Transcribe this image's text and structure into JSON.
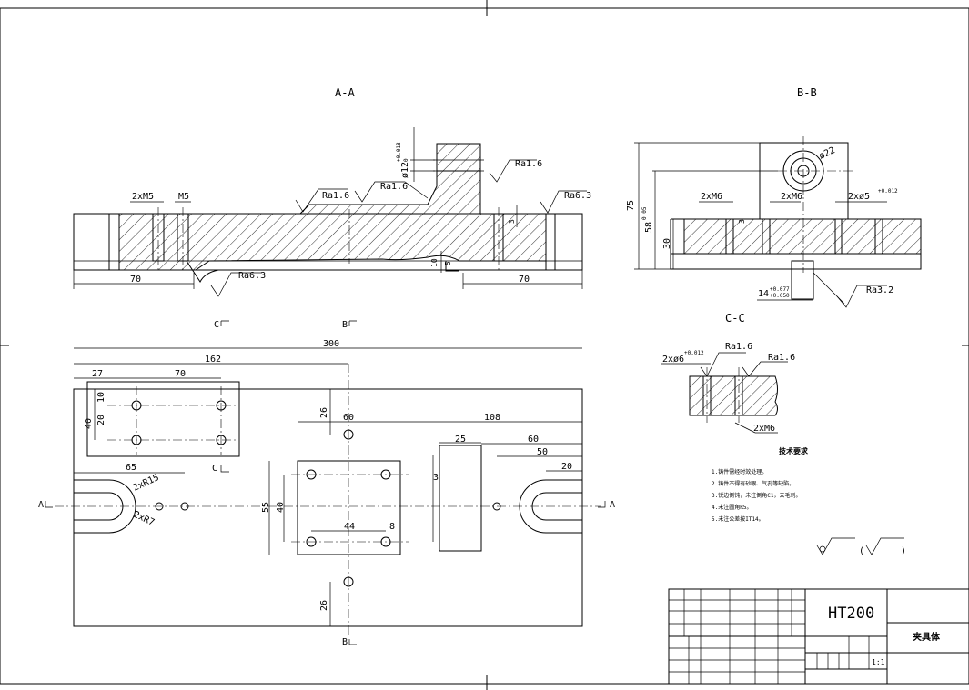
{
  "views": {
    "aa_title": "A-A",
    "bb_title": "B-B",
    "cc_title": "C-C"
  },
  "section_marks": {
    "c_top": "C",
    "b_top": "B",
    "c_bottom": "C",
    "b_bottom": "B",
    "a_left": "A",
    "a_right": "A"
  },
  "dimensions_aa": {
    "m5_holes": "2xM5",
    "m5": "M5",
    "left_70": "70",
    "right_70": "70",
    "bore": "ø12",
    "bore_tol_upper": "+0.018",
    "bore_tol_lower": "0",
    "d10": "10",
    "d5": "5",
    "d3": "3"
  },
  "roughness": {
    "ra16_a": "Ra1.6",
    "ra16_b": "Ra1.6",
    "ra16_c": "Ra1.6",
    "ra63_a": "Ra6.3",
    "ra63_b": "Ra6.3",
    "ra32": "Ra3.2",
    "ra16_d": "Ra1.6",
    "ra16_e": "Ra1.6"
  },
  "dimensions_bb": {
    "m6_left": "2xM6",
    "m6_mid": "2xM6",
    "pin_holes": "2xø5",
    "pin_tol": "+0.012",
    "d22": "ø22",
    "d75": "75",
    "d58": "58",
    "d58_tol": "0.05",
    "d30": "30",
    "slot": "14",
    "slot_tol_upper": "+0.077",
    "slot_tol_lower": "+0.050",
    "d3": "3"
  },
  "dimensions_cc": {
    "pin_holes": "2xø6",
    "pin_tol": "+0.012",
    "m6": "2xM6"
  },
  "dimensions_plan": {
    "total": "300",
    "d162": "162",
    "d27": "27",
    "d70": "70",
    "d10": "10",
    "d20": "20",
    "d40": "40",
    "d65": "65",
    "r15": "2xR15",
    "r7": "2xR7",
    "d26_top": "26",
    "d60": "60",
    "d108": "108",
    "d25": "25",
    "d60b": "60",
    "d50": "50",
    "d20b": "20",
    "d3": "3",
    "d55": "55",
    "d40b": "40",
    "d44": "44",
    "d8": "8",
    "d26_bottom": "26"
  },
  "tech_requirements": {
    "title": "技术要求",
    "items": [
      "1.铸件需经时效处理。",
      "2.铸件不得有砂眼、气孔等缺陷。",
      "3.锐边倒钝，未注倒角C1，去毛刺。",
      "4.未注圆角R5。",
      "5.未注公差按IT14。"
    ]
  },
  "roughness_note": {
    "open": "(",
    "close": ")"
  },
  "title_block": {
    "material": "HT200",
    "part_name": "夹具体",
    "scale": "1:1"
  }
}
